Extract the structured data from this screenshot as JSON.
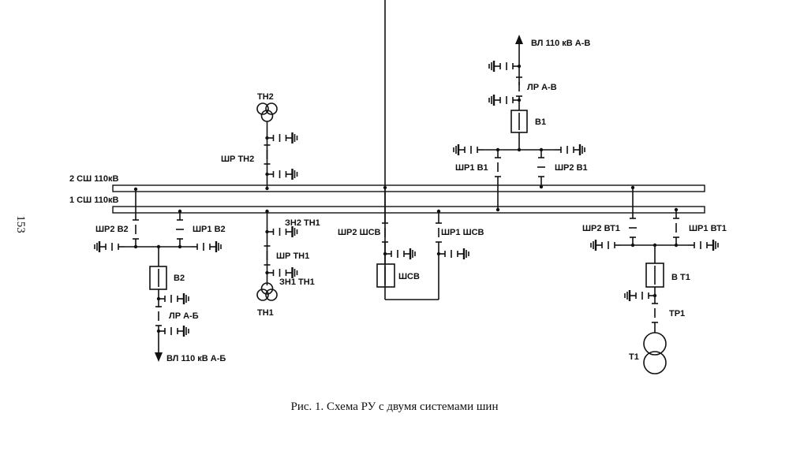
{
  "page_number": "153",
  "caption": "Рис. 1. Схема РУ с двумя системами шин",
  "buses": {
    "bus2": "2 СШ 110кВ",
    "bus1": "1 СШ 110кВ"
  },
  "labels": {
    "vl_av": "ВЛ 110 кВ А-В",
    "lr_av": "ЛР А-В",
    "v1": "В1",
    "shr1_v1": "ШР1 В1",
    "shr2_v1": "ШР2 В1",
    "tn2": "ТН2",
    "shr_tn2": "ШР ТН2",
    "shr2_v2": "ШР2 В2",
    "shr1_v2": "ШР1 В2",
    "v2": "В2",
    "lr_ab": "ЛР А-Б",
    "vl_ab": "ВЛ 110 кВ А-Б",
    "zn2_tn1": "ЗН2 ТН1",
    "shr_tn1": "ШР ТН1",
    "zn1_tn1": "ЗН1 ТН1",
    "tn1": "ТН1",
    "shr2_shsv": "ШР2 ШСВ",
    "shr1_shsv": "ШР1 ШСВ",
    "shsv": "ШСВ",
    "shr2_vt1": "ШР2 ВТ1",
    "shr1_vt1": "ШР1 ВТ1",
    "v_t1": "В Т1",
    "tr1": "ТР1",
    "t1": "Т1"
  }
}
